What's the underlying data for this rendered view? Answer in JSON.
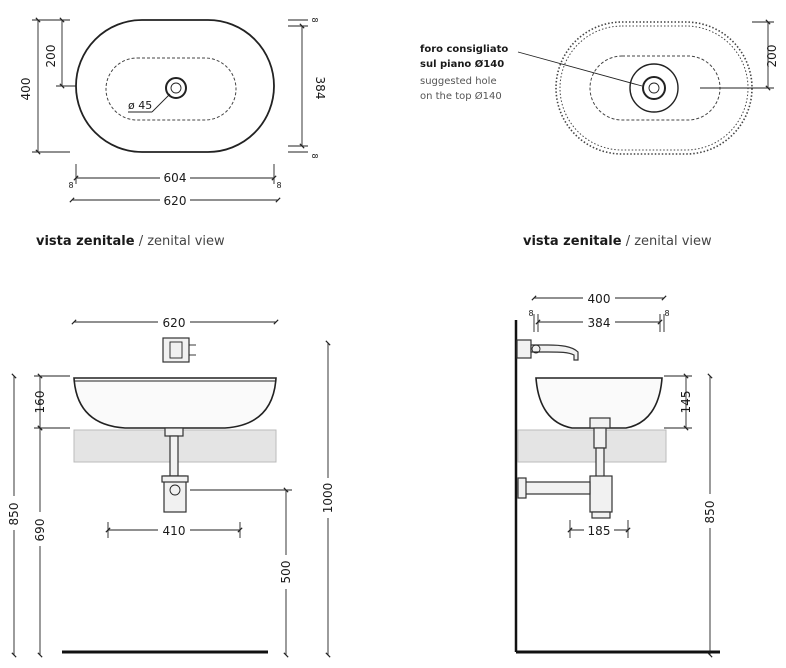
{
  "views": {
    "top_left": {
      "caption_bold": "vista zenitale",
      "caption_sep": "/",
      "caption_en": "zenital view",
      "dims": {
        "overall_height": "400",
        "center_offset": "200",
        "inner_height": "384",
        "inner_width": "604",
        "overall_width": "620",
        "rim_left": "8",
        "rim_right": "8",
        "rim_top": "8",
        "rim_bottom": "8",
        "drain": "ø 45"
      }
    },
    "top_right": {
      "caption_bold": "vista zenitale",
      "caption_sep": "/",
      "caption_en": "zenital view",
      "note": {
        "it_line1": "foro consigliato",
        "it_line2": "sul piano Ø140",
        "en_line1": "suggested hole",
        "en_line2": "on the top Ø140"
      },
      "dims": {
        "center_offset": "200"
      }
    },
    "front": {
      "dims": {
        "width": "620",
        "bowl_height": "160",
        "overall_height": "850",
        "counter_height": "690",
        "trap_width": "410",
        "tap_height": "1000",
        "floor_to_trap": "500"
      }
    },
    "side": {
      "dims": {
        "depth": "400",
        "inner_depth": "384",
        "rim_left": "8",
        "rim_right": "8",
        "bowl_height": "145",
        "overall_height": "850",
        "trap_width": "185"
      }
    }
  }
}
